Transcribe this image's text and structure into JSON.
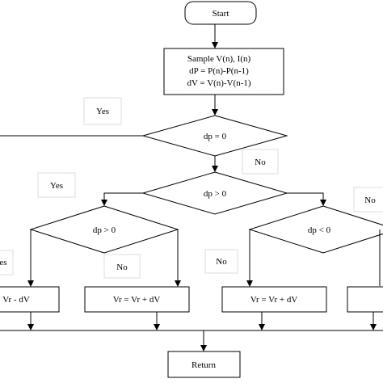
{
  "diagram": {
    "nodes": {
      "start": "Start",
      "sample_line1": "Sample V(n), I(n)",
      "sample_line2": "dP = P(n)-P(n-1)",
      "sample_line3": "dV = V(n)-V(n-1)",
      "decision_dp_zero": "dp = 0",
      "decision_dp_pos_center": "dp > 0",
      "decision_dp_pos_left": "dp > 0",
      "decision_dp_neg_right": "dp < 0",
      "process_far_left": "Vr - dV",
      "process_left": "Vr = Vr + dV",
      "process_right": "Vr = Vr + dV",
      "return": "Return"
    },
    "labels": {
      "yes_top": "Yes",
      "no_center": "No",
      "yes_left": "Yes",
      "no_right": "No",
      "yes_far_left": "es",
      "no_left_inner": "No",
      "no_right_inner": "No"
    }
  }
}
